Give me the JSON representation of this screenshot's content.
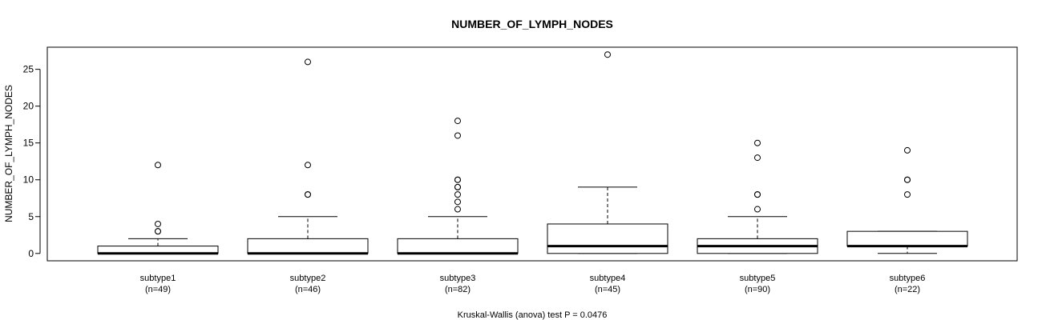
{
  "chart_data": {
    "type": "boxplot",
    "title": "NUMBER_OF_LYMPH_NODES",
    "ylabel": "NUMBER_OF_LYMPH_NODES",
    "xlabel": "Kruskal-Wallis (anova) test P = 0.0476",
    "ylim": [
      -1,
      28
    ],
    "yticks": [
      0,
      5,
      10,
      15,
      20,
      25
    ],
    "grid": false,
    "categories": [
      {
        "label": "subtype1",
        "n_label": "(n=49)",
        "whisker_low": 0,
        "q1": 0,
        "median": 0,
        "q3": 1,
        "whisker_high": 2,
        "outliers": [
          3,
          3,
          4,
          12
        ]
      },
      {
        "label": "subtype2",
        "n_label": "(n=46)",
        "whisker_low": 0,
        "q1": 0,
        "median": 0,
        "q3": 2,
        "whisker_high": 5,
        "outliers": [
          8,
          8,
          12,
          26
        ]
      },
      {
        "label": "subtype3",
        "n_label": "(n=82)",
        "whisker_low": 0,
        "q1": 0,
        "median": 0,
        "q3": 2,
        "whisker_high": 5,
        "outliers": [
          6,
          7,
          8,
          9,
          9,
          10,
          10,
          16,
          18
        ]
      },
      {
        "label": "subtype4",
        "n_label": "(n=45)",
        "whisker_low": 0,
        "q1": 0,
        "median": 1,
        "q3": 4,
        "whisker_high": 9,
        "outliers": [
          27
        ]
      },
      {
        "label": "subtype5",
        "n_label": "(n=90)",
        "whisker_low": 0,
        "q1": 0,
        "median": 1,
        "q3": 2,
        "whisker_high": 5,
        "outliers": [
          6,
          8,
          8,
          13,
          15
        ]
      },
      {
        "label": "subtype6",
        "n_label": "(n=22)",
        "whisker_low": 0,
        "q1": 1,
        "median": 1,
        "q3": 3,
        "whisker_high": 3,
        "outliers": [
          8,
          10,
          10,
          14
        ]
      }
    ]
  }
}
